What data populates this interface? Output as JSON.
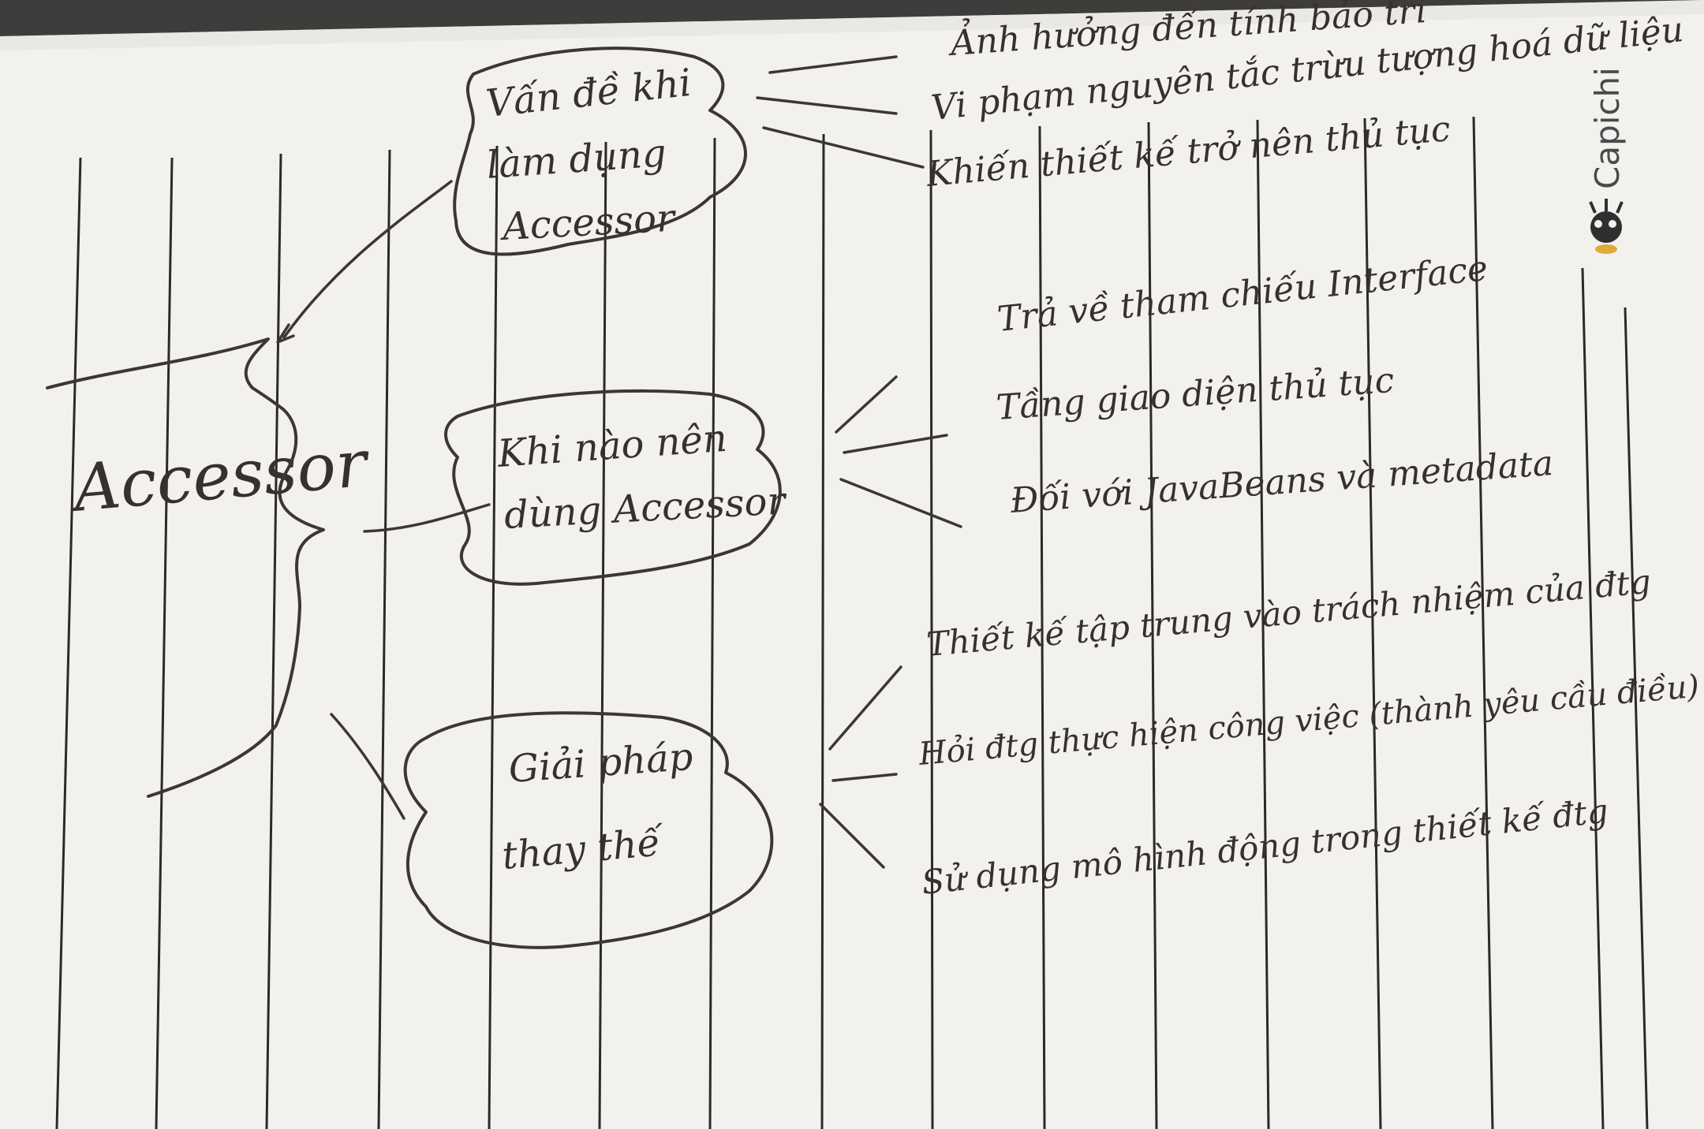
{
  "root": {
    "label": "Accessor"
  },
  "branches": [
    {
      "label_lines": [
        "Vấn đề khi",
        "làm dụng",
        "Accessor"
      ],
      "items": [
        "Ảnh hưởng đến tính bảo trì",
        "Vi phạm nguyên tắc trừu tượng hoá dữ liệu",
        "Khiến thiết kế trở nên thủ tục"
      ]
    },
    {
      "label_lines": [
        "Khi nào nên",
        "dùng Accessor"
      ],
      "items": [
        "Trả về tham chiếu Interface",
        "Tầng giao diện thủ tục",
        "Đối với JavaBeans và metadata"
      ]
    },
    {
      "label_lines": [
        "Giải pháp",
        "thay thế"
      ],
      "items": [
        "Thiết kế tập trung vào trách nhiệm của đtg",
        "Hỏi đtg thực hiện công việc (thành yêu cầu điều)",
        "Sử dụng mô hình động trong thiết kế đtg"
      ]
    }
  ],
  "watermark": {
    "text": "Capichi",
    "icon": "mascot-icon"
  }
}
